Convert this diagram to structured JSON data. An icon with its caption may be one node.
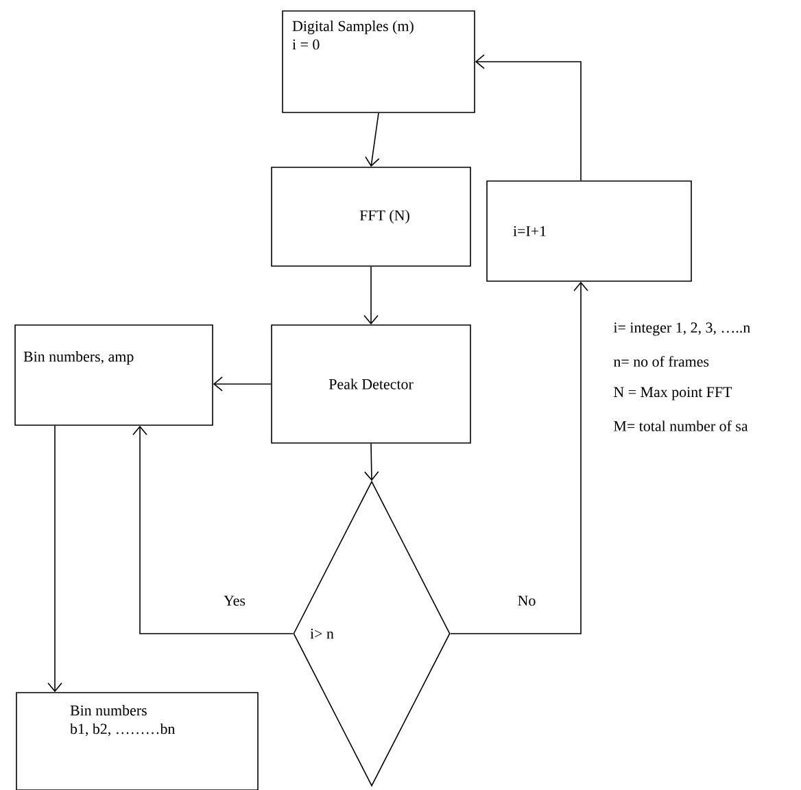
{
  "diagram": {
    "nodes": [
      {
        "text": [
          "Digital Samples (m)",
          "i = 0"
        ]
      },
      {
        "text": [
          "FFT (N)"
        ]
      },
      {
        "text": [
          "i=I+1"
        ]
      },
      {
        "text": [
          "Bin numbers, amp"
        ]
      },
      {
        "text": [
          "Peak Detector"
        ]
      },
      {
        "text": [
          "i> n"
        ]
      },
      {
        "text": [
          "Bin numbers",
          "b1, b2, ………bn"
        ]
      }
    ],
    "edges": [
      {
        "from": 0,
        "to": 1,
        "arrow": "to"
      },
      {
        "from": 1,
        "to": 4,
        "arrow": "to"
      },
      {
        "from": 4,
        "to": 3,
        "arrow": "to"
      },
      {
        "from": 4,
        "to": 5,
        "arrow": "to"
      },
      {
        "from": 5,
        "to": 3,
        "arrow": "to",
        "label": "Yes"
      },
      {
        "from": 5,
        "to": 2,
        "arrow": "to",
        "label": "No"
      },
      {
        "from": 2,
        "to": 0,
        "arrow": "to"
      },
      {
        "from": 3,
        "to": 6,
        "arrow": "to"
      }
    ],
    "labels": [
      "i= integer 1, 2, 3, …..n",
      "n= no of frames",
      "N = Max point FFT",
      "M= total number of sa"
    ]
  }
}
